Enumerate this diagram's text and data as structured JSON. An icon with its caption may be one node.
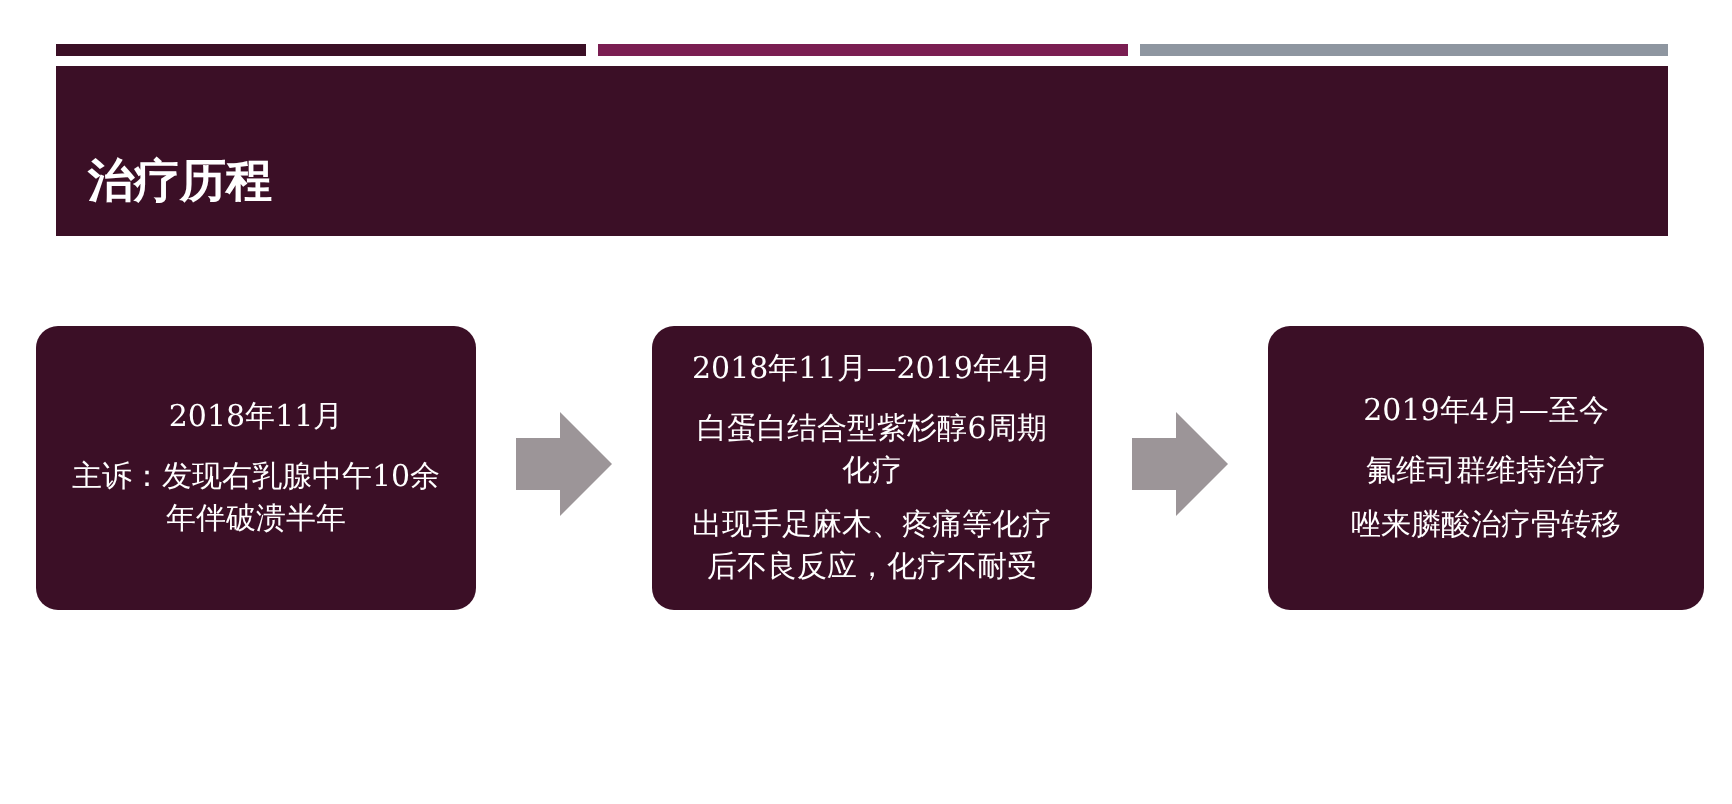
{
  "diagram": {
    "title": "治疗历程",
    "nodes": [
      {
        "text": [
          "2018年11月",
          "主诉：发现右乳腺中午10余年伴破溃半年"
        ]
      },
      {
        "text": [
          "2018年11月—2019年4月",
          "白蛋白结合型紫杉醇6周期化疗",
          "出现手足麻木、疼痛等化疗后不良反应，化疗不耐受"
        ]
      },
      {
        "text": [
          "2019年4月—至今",
          "氟维司群维持治疗",
          "唑来膦酸治疗骨转移"
        ]
      }
    ],
    "edges": [
      {
        "from": 0,
        "to": 1,
        "arrow": "to"
      },
      {
        "from": 1,
        "to": 2,
        "arrow": "to"
      }
    ]
  }
}
